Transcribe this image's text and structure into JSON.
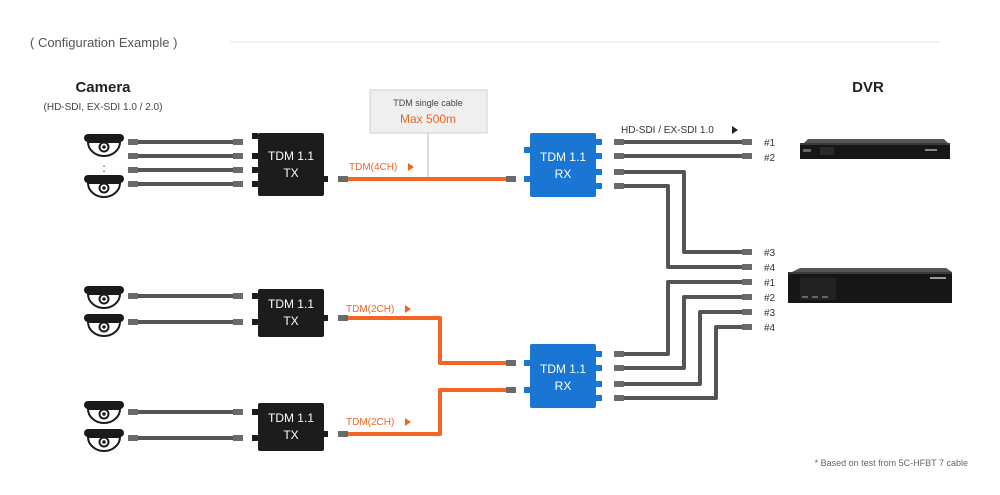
{
  "header": {
    "caption": "( Configuration Example )"
  },
  "camera": {
    "title": "Camera",
    "subtitle": "(HD-SDI, EX-SDI 1.0 / 2.0)",
    "dots": ":"
  },
  "dvr": {
    "title": "DVR"
  },
  "callout": {
    "line1": "TDM single cable",
    "line2": "Max 500m"
  },
  "signal_label": "HD-SDI / EX-SDI 1.0",
  "tx": {
    "line1": "TDM 1.1",
    "line2": "TX"
  },
  "rx": {
    "line1": "TDM 1.1",
    "line2": "RX"
  },
  "links": {
    "four_ch": "TDM(4CH)",
    "two_ch_top": "TDM(2CH)",
    "two_ch_bottom": "TDM(2CH)"
  },
  "ports": {
    "dvr1": [
      "#1",
      "#2",
      "#3",
      "#4"
    ],
    "dvr2": [
      "#1",
      "#2",
      "#3",
      "#4"
    ]
  },
  "footnote": "* Based on test from 5C-HFBT 7 cable",
  "colors": {
    "tx": "#1c1c1c",
    "rx": "#1976d2",
    "tdm_cable": "#f26522",
    "coax": "#555555",
    "accent": "#f26522"
  }
}
